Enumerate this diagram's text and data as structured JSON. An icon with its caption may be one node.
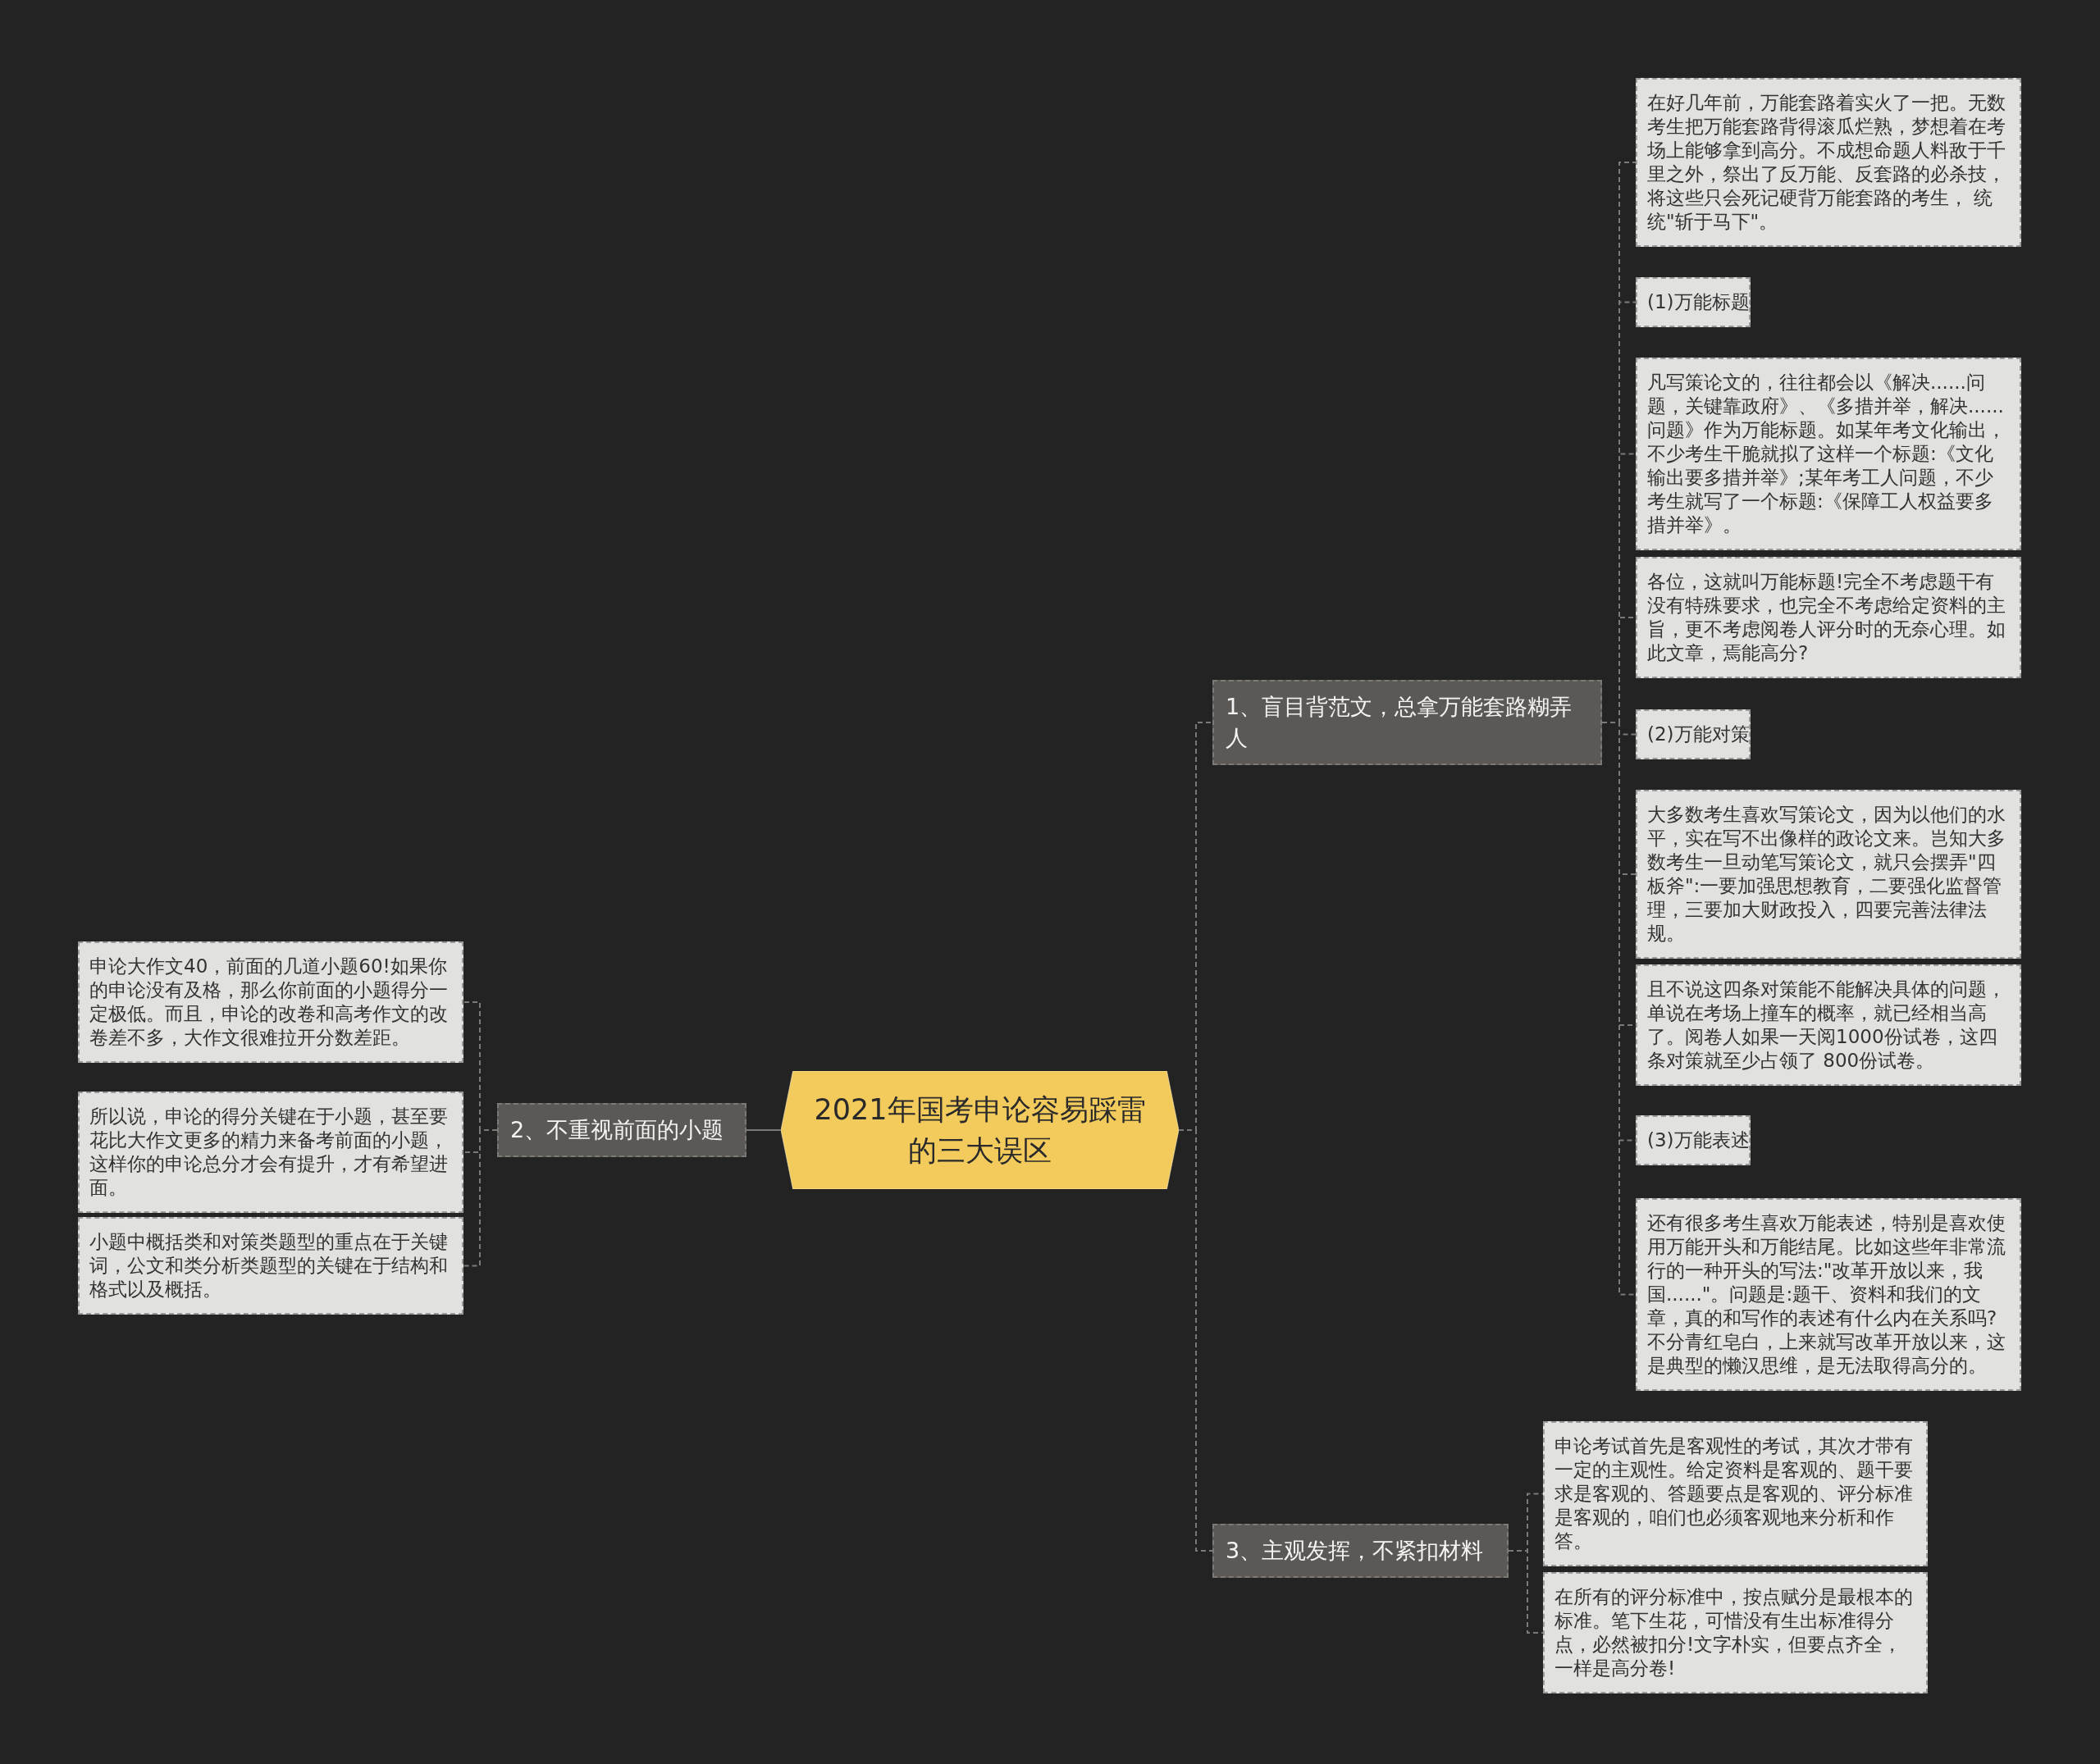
{
  "diagram": {
    "nodes": [
      {
        "text": [
          "2021年国考申论容易踩雷的三大误区"
        ]
      },
      {
        "text": [
          "1、盲目背范文，总拿万能套路糊弄人"
        ]
      },
      {
        "text": [
          "2、不重视前面的小题"
        ]
      },
      {
        "text": [
          "3、主观发挥，不紧扣材料"
        ]
      },
      {
        "text": [
          "在好几年前，万能套路着实火了一把。无数考生把万能套路背得滚瓜烂熟，梦想着在考场上能够拿到高分。不成想命题人料敌于千里之外，祭出了反万能、反套路的必杀技，将这些只会死记硬背万能套路的考生， 统统\"斩于马下\"。"
        ]
      },
      {
        "text": [
          "(1)万能标题"
        ]
      },
      {
        "text": [
          "凡写策论文的，往往都会以《解决......问题，关键靠政府》、《多措并举，解决......问题》作为万能标题。如某年考文化输出，不少考生干脆就拟了这样一个标题:《文化输出要多措并举》;某年考工人问题，不少考生就写了一个标题:《保障工人权益要多措并举》。"
        ]
      },
      {
        "text": [
          "各位，这就叫万能标题!完全不考虑题干有没有特殊要求，也完全不考虑给定资料的主旨，更不考虑阅卷人评分时的无奈心理。如此文章，焉能高分?"
        ]
      },
      {
        "text": [
          "(2)万能对策"
        ]
      },
      {
        "text": [
          "大多数考生喜欢写策论文，因为以他们的水平，实在写不出像样的政论文来。岂知大多数考生一旦动笔写策论文，就只会摆弄\"四板斧\":一要加强思想教育，二要强化监督管理，三要加大财政投入，四要完善法律法规。"
        ]
      },
      {
        "text": [
          "且不说这四条对策能不能解决具体的问题，单说在考场上撞车的概率，就已经相当高了。阅卷人如果一天阅1000份试卷，这四条对策就至少占领了 800份试卷。"
        ]
      },
      {
        "text": [
          "(3)万能表述"
        ]
      },
      {
        "text": [
          "还有很多考生喜欢万能表述，特别是喜欢使用万能开头和万能结尾。比如这些年非常流行的一种开头的写法:\"改革开放以来，我国......\"。问题是:题干、资料和我们的文章，真的和写作的表述有什么内在关系吗?不分青红皂白，上来就写改革开放以来，这是典型的懒汉思维，是无法取得高分的。"
        ]
      },
      {
        "text": [
          "申论考试首先是客观性的考试，其次才带有一定的主观性。给定资料是客观的、题干要求是客观的、答题要点是客观的、评分标准是客观的，咱们也必须客观地来分析和作答。"
        ]
      },
      {
        "text": [
          "在所有的评分标准中，按点赋分是最根本的标准。笔下生花，可惜没有生出标准得分点，必然被扣分!文字朴实，但要点齐全，一样是高分卷!"
        ]
      },
      {
        "text": [
          "申论大作文40，前面的几道小题60!如果你的申论没有及格，那么你前面的小题得分一定极低。而且，申论的改卷和高考作文的改卷差不多，大作文很难拉开分数差距。"
        ]
      },
      {
        "text": [
          "所以说，申论的得分关键在于小题，甚至要花比大作文更多的精力来备考前面的小题，这样你的申论总分才会有提升，才有希望进面。"
        ]
      },
      {
        "text": [
          "小题中概括类和对策类题型的重点在于关键词，公文和类分析类题型的关键在于结构和格式以及概括。"
        ]
      }
    ],
    "edges": [
      {
        "from": 0,
        "to": 1,
        "arrow": "none",
        "style": "dashed"
      },
      {
        "from": 0,
        "to": 2,
        "arrow": "none"
      },
      {
        "from": 0,
        "to": 3,
        "arrow": "none",
        "style": "dashed"
      },
      {
        "from": 1,
        "to": 4,
        "arrow": "none",
        "style": "dashed"
      },
      {
        "from": 1,
        "to": 5,
        "arrow": "none",
        "style": "dashed"
      },
      {
        "from": 1,
        "to": 6,
        "arrow": "none",
        "style": "dashed"
      },
      {
        "from": 1,
        "to": 7,
        "arrow": "none",
        "style": "dashed"
      },
      {
        "from": 1,
        "to": 8,
        "arrow": "none",
        "style": "dashed"
      },
      {
        "from": 1,
        "to": 9,
        "arrow": "none",
        "style": "dashed"
      },
      {
        "from": 1,
        "to": 10,
        "arrow": "none",
        "style": "dashed"
      },
      {
        "from": 1,
        "to": 11,
        "arrow": "none",
        "style": "dashed"
      },
      {
        "from": 1,
        "to": 12,
        "arrow": "none",
        "style": "dashed"
      },
      {
        "from": 3,
        "to": 13,
        "arrow": "none",
        "style": "dashed"
      },
      {
        "from": 3,
        "to": 14,
        "arrow": "none",
        "style": "dashed"
      },
      {
        "from": 2,
        "to": 15,
        "arrow": "none",
        "style": "dashed"
      },
      {
        "from": 2,
        "to": 16,
        "arrow": "none",
        "style": "dashed"
      },
      {
        "from": 2,
        "to": 17,
        "arrow": "none",
        "style": "dashed"
      }
    ]
  }
}
